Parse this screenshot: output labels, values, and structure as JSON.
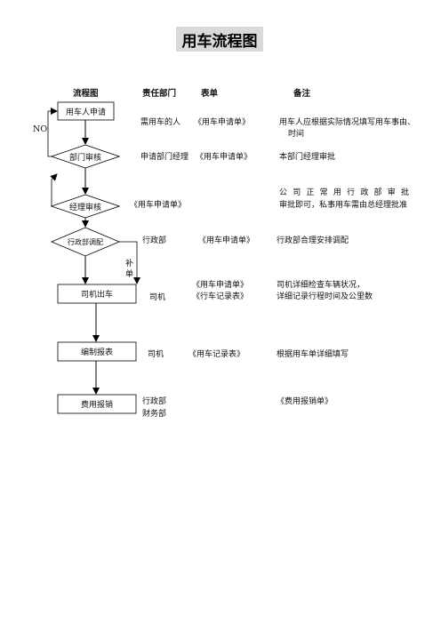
{
  "title": "用车流程图",
  "headers": {
    "flow": "流程图",
    "dept": "责任部门",
    "form": "表单",
    "note": "备注"
  },
  "loop_label": "NO",
  "side_label": [
    "补",
    "单"
  ],
  "steps": [
    {
      "shape": "rect",
      "label": "用车人申请",
      "dept": [
        "需用车的人"
      ],
      "form": [
        "《用车申请单》"
      ],
      "note": [
        "用车人应根据实际情况填写用车事由、",
        "时间"
      ]
    },
    {
      "shape": "diamond",
      "label": "部门审核",
      "dept": [
        "申请部门经理"
      ],
      "form": [
        "《用车申请单》"
      ],
      "note": [
        "本部门经理审批"
      ]
    },
    {
      "shape": "diamond",
      "label": "经理审核",
      "dept": [
        "《用车申请单》"
      ],
      "form": [],
      "note": [
        "公司正常用行政部审批",
        "审批即可，私事用车需由总经理批准"
      ]
    },
    {
      "shape": "diamond",
      "label": "行政部调配",
      "dept": [
        "行政部"
      ],
      "form": [
        "《用车申请单》"
      ],
      "note": [
        "行政部合理安排调配"
      ]
    },
    {
      "shape": "rect",
      "label": "司机出车",
      "dept": [
        "司机"
      ],
      "form": [
        "《用车申请单》",
        "《行车记录表》"
      ],
      "note": [
        "司机详细检查车辆状况，",
        "详细记录行程时间及公里数"
      ]
    },
    {
      "shape": "rect",
      "label": "编制报表",
      "dept": [
        "司机"
      ],
      "form": [
        "《用车记录表》"
      ],
      "note": [
        "根据用车单详细填写"
      ]
    },
    {
      "shape": "rect",
      "label": "费用报销",
      "dept": [
        "行政部",
        "财务部"
      ],
      "form": [],
      "note": [
        "《费用报销单》"
      ]
    }
  ]
}
